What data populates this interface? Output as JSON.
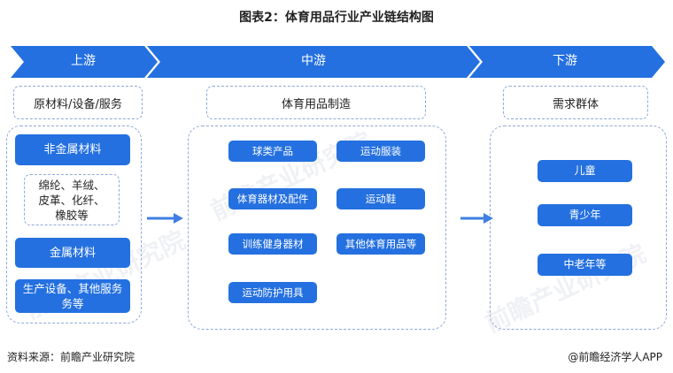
{
  "title": "图表2：体育用品行业产业链结构图",
  "stages": [
    {
      "label": "上游",
      "header": "原材料/设备/服务"
    },
    {
      "label": "中游",
      "header": "体育用品制造"
    },
    {
      "label": "下游",
      "header": "需求群体"
    }
  ],
  "upstream": {
    "items": [
      "非金属材料",
      "金属材料",
      "生产设备、其他服务务等"
    ],
    "sub": "绵纶、羊绒、皮革、化纤、橡胶等"
  },
  "midstream": {
    "items": [
      "球类产品",
      "运动服装",
      "体育器材及配件",
      "运动鞋",
      "训练健身器材",
      "其他体育用品等",
      "运动防护用具"
    ]
  },
  "downstream": {
    "items": [
      "儿童",
      "青少年",
      "中老年等"
    ]
  },
  "footer": {
    "source": "资料来源：前瞻产业研究院",
    "credit": "@前瞻经济学人APP"
  },
  "watermark": "前瞻产业研究院",
  "colors": {
    "accent": "#2470e0",
    "dash": "#8fa8d8"
  }
}
